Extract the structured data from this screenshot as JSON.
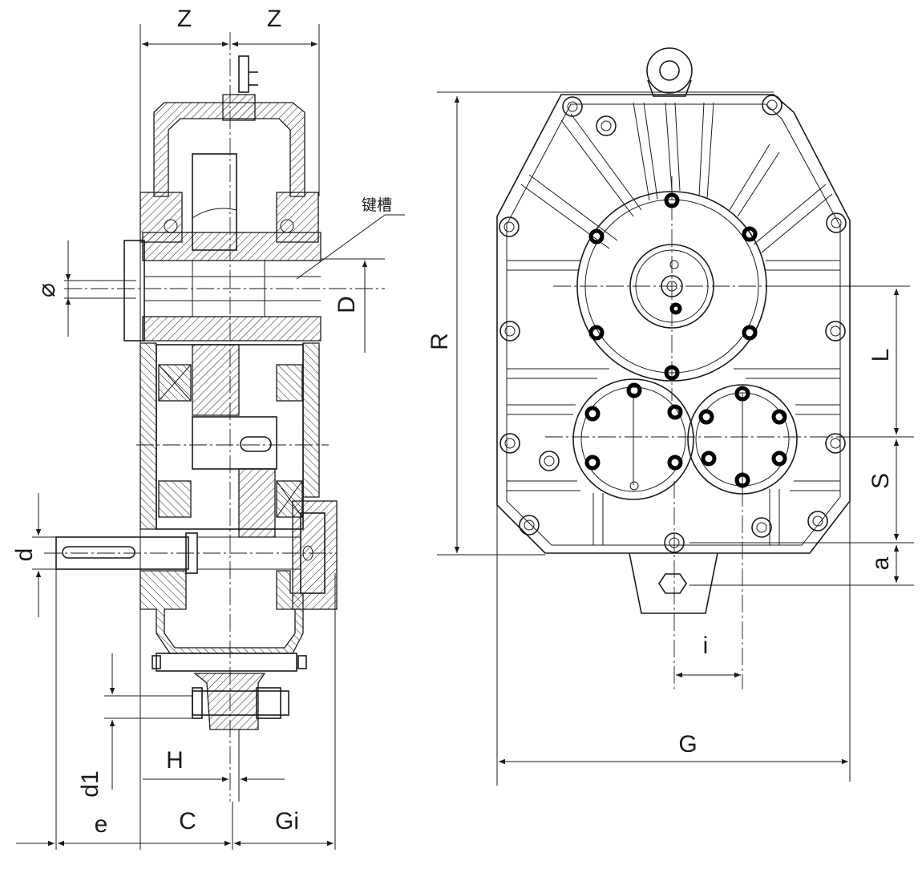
{
  "labels": {
    "z_left": "Z",
    "z_right": "Z",
    "keyway": "键槽",
    "phi": "⌀",
    "D": "D",
    "d": "d",
    "d1": "d1",
    "H": "H",
    "e": "e",
    "C": "C",
    "Gi": "Gi",
    "R": "R",
    "L": "L",
    "S": "S",
    "a": "a",
    "i": "i",
    "G": "G"
  }
}
